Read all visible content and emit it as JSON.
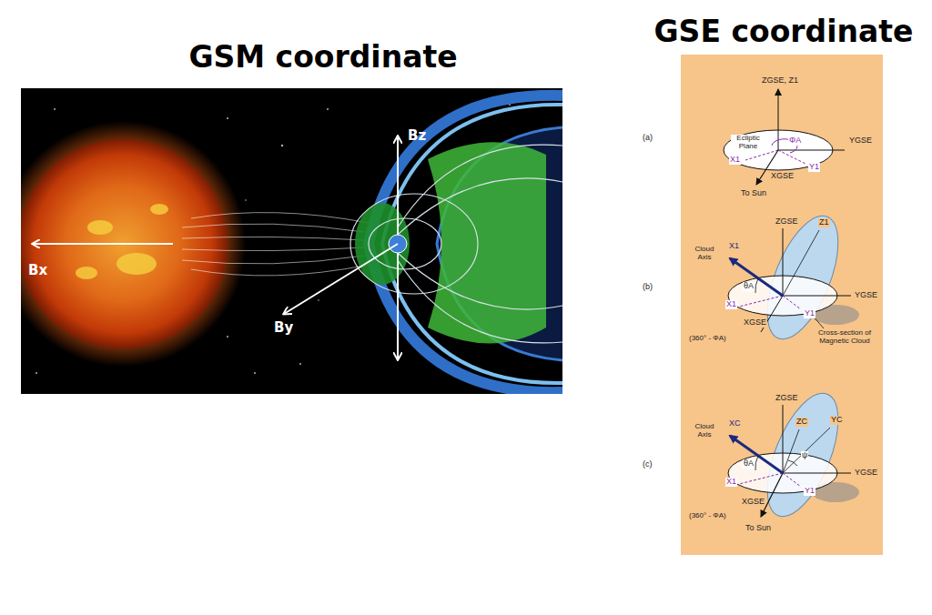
{
  "diagram": {
    "labels": [
      "GSM coordinate",
      "GSE coordinate",
      "Bz",
      "Bx",
      "By",
      "(a)",
      "ZGSE, Z1",
      "Ecliptic Plane",
      "ΦA",
      "YGSE",
      "X1",
      "XGSE",
      "Y1",
      "To Sun",
      "(b)",
      "ZGSE",
      "Z1",
      "X1",
      "Cloud Axis",
      "θA",
      "YGSE",
      "X1",
      "XGSE",
      "Y1",
      "(360° - ΦA)",
      "Cross-section of Magnetic Cloud",
      "(c)",
      "ZGSE",
      "XC",
      "Cloud Axis",
      "ZC",
      "YC",
      "θA",
      "ψ",
      "YGSE",
      "X1",
      "XGSE",
      "Y1",
      "(360° - ΦA)",
      "To Sun"
    ]
  }
}
